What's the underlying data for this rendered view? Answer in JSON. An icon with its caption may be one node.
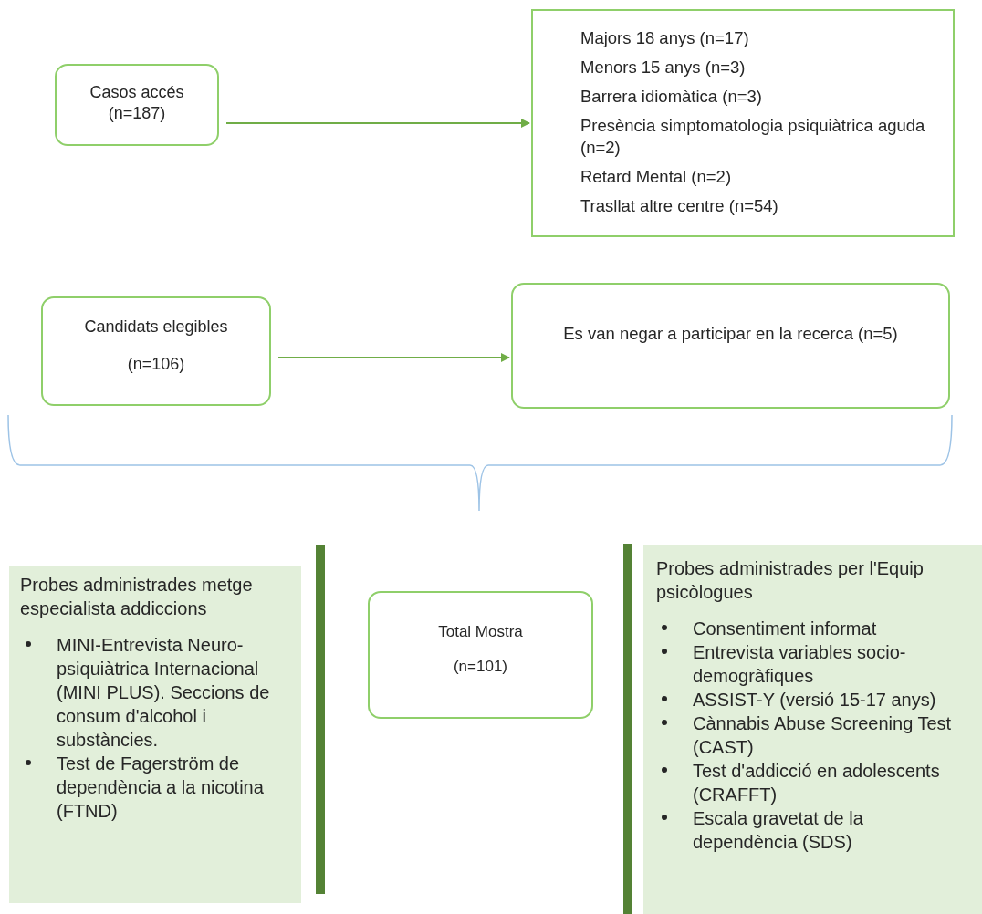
{
  "diagram": {
    "nodes": [
      {
        "text": [
          "Casos accés (n=187)"
        ]
      },
      {
        "text": [
          "Majors 18 anys (n=17)",
          "Menors 15 anys (n=3)",
          "Barrera idiomàtica (n=3)",
          "Presència simptomatologia psiquiàtrica aguda (n=2)",
          "Retard Mental (n=2)",
          "Trasllat altre centre (n=54)"
        ]
      },
      {
        "text": [
          "Candidats elegibles",
          "(n=106)"
        ]
      },
      {
        "text": [
          "Es van negar a participar en la recerca (n=5)"
        ]
      },
      {
        "text": [
          "Probes administrades metge especialista addiccions",
          "MINI-Entrevista Neuro-psiquiàtrica Internacional (MINI PLUS). Seccions de consum d'alcohol i substàncies.",
          "Test de Fagerström de dependència a la nicotina (FTND)"
        ]
      },
      {
        "text": [
          "Total Mostra",
          "(n=101)"
        ]
      },
      {
        "text": [
          "Probes administrades per l'Equip psicòlogues",
          "Consentiment informat",
          "Entrevista variables socio-demogràfiques",
          "ASSIST-Y (versió 15-17 anys)",
          "Cànnabis Abuse Screening Test (CAST)",
          "Test d'addicció en adolescents (CRAFFT)",
          "Escala gravetat de la dependència (SDS)"
        ]
      }
    ],
    "edges": [
      {
        "from": 0,
        "to": 1,
        "arrow": "to"
      },
      {
        "from": 2,
        "to": 3,
        "arrow": "to"
      }
    ]
  }
}
